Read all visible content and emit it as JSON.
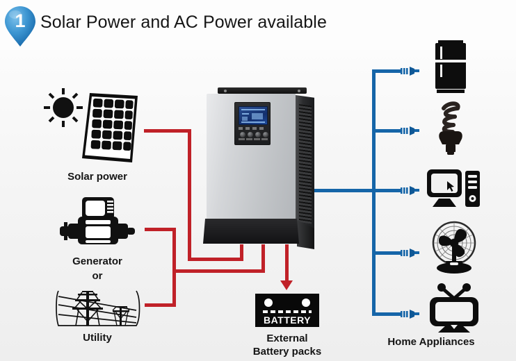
{
  "header": {
    "badge_number": "1",
    "title": "Solar Power and AC Power available",
    "badge_color": "#2E86C8"
  },
  "colors": {
    "dc_wire_red": "#C02128",
    "ac_wire_blue": "#1565A8",
    "background": "#f2f2f2",
    "inverter_body": "#c8cbce",
    "inverter_base": "#151517"
  },
  "sources": [
    {
      "id": "solar",
      "label": "Solar power",
      "icon": "solar-panel-icon"
    },
    {
      "id": "generator",
      "label": "Generator",
      "icon": "generator-icon"
    },
    {
      "id": "or",
      "label": "or",
      "icon": "or-text"
    },
    {
      "id": "utility",
      "label": "Utility",
      "icon": "utility-tower-icon"
    }
  ],
  "inverter": {
    "name": "hybrid-inverter",
    "display": {
      "type": "lcd-screen",
      "color": "#1d3f86"
    },
    "buttons": [
      "button-1",
      "button-2",
      "button-3",
      "button-4"
    ]
  },
  "battery": {
    "text": "BATTERY",
    "label_line1": "External",
    "label_line2": "Battery packs"
  },
  "appliances": {
    "group_label": "Home Appliances",
    "items": [
      {
        "id": "refrigerator",
        "icon": "refrigerator-icon",
        "plug": "plug-icon"
      },
      {
        "id": "cfl-bulb",
        "icon": "light-bulb-icon",
        "plug": "plug-icon"
      },
      {
        "id": "computer",
        "icon": "computer-icon",
        "plug": "plug-icon"
      },
      {
        "id": "fan",
        "icon": "fan-icon",
        "plug": "plug-icon"
      },
      {
        "id": "television",
        "icon": "television-icon",
        "plug": "plug-icon"
      }
    ]
  }
}
